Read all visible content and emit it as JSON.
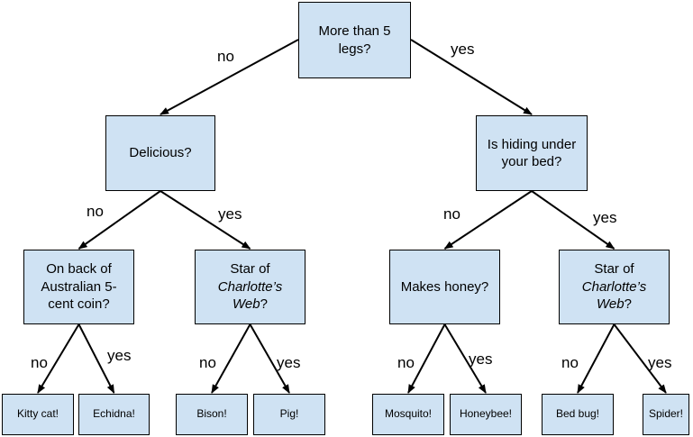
{
  "diagram": {
    "nodes": [
      {
        "id": "root",
        "kind": "question",
        "lines": [
          "More than 5",
          "legs?"
        ],
        "italic": []
      },
      {
        "id": "delicious",
        "kind": "question",
        "lines": [
          "Delicious?"
        ],
        "italic": []
      },
      {
        "id": "hiding",
        "kind": "question",
        "lines": [
          "Is hiding under",
          "your bed?"
        ],
        "italic": []
      },
      {
        "id": "coin",
        "kind": "question",
        "lines": [
          "On back of",
          "Australian 5-",
          "cent coin?"
        ],
        "italic": []
      },
      {
        "id": "charlotte-left",
        "kind": "question",
        "lines": [
          "Star of",
          "Charlotte’s",
          "Web?"
        ],
        "italic": [
          "Charlotte’s",
          "Web"
        ]
      },
      {
        "id": "honey",
        "kind": "question",
        "lines": [
          "Makes honey?"
        ],
        "italic": []
      },
      {
        "id": "charlotte-right",
        "kind": "question",
        "lines": [
          "Star of",
          "Charlotte’s",
          "Web?"
        ],
        "italic": [
          "Charlotte’s",
          "Web"
        ]
      },
      {
        "id": "kitty",
        "kind": "answer",
        "lines": [
          "Kitty cat!"
        ],
        "italic": []
      },
      {
        "id": "echidna",
        "kind": "answer",
        "lines": [
          "Echidna!"
        ],
        "italic": []
      },
      {
        "id": "bison",
        "kind": "answer",
        "lines": [
          "Bison!"
        ],
        "italic": []
      },
      {
        "id": "pig",
        "kind": "answer",
        "lines": [
          "Pig!"
        ],
        "italic": []
      },
      {
        "id": "mosquito",
        "kind": "answer",
        "lines": [
          "Mosquito!"
        ],
        "italic": []
      },
      {
        "id": "honeybee",
        "kind": "answer",
        "lines": [
          "Honeybee!"
        ],
        "italic": []
      },
      {
        "id": "bedbug",
        "kind": "answer",
        "lines": [
          "Bed bug!"
        ],
        "italic": []
      },
      {
        "id": "spider",
        "kind": "answer",
        "lines": [
          "Spider!"
        ],
        "italic": []
      }
    ],
    "edges": [
      {
        "from": "root",
        "to": "delicious",
        "label": "no"
      },
      {
        "from": "root",
        "to": "hiding",
        "label": "yes"
      },
      {
        "from": "delicious",
        "to": "coin",
        "label": "no"
      },
      {
        "from": "delicious",
        "to": "charlotte-left",
        "label": "yes"
      },
      {
        "from": "hiding",
        "to": "honey",
        "label": "no"
      },
      {
        "from": "hiding",
        "to": "charlotte-right",
        "label": "yes"
      },
      {
        "from": "coin",
        "to": "kitty",
        "label": "no"
      },
      {
        "from": "coin",
        "to": "echidna",
        "label": "yes"
      },
      {
        "from": "charlotte-left",
        "to": "bison",
        "label": "no"
      },
      {
        "from": "charlotte-left",
        "to": "pig",
        "label": "yes"
      },
      {
        "from": "honey",
        "to": "mosquito",
        "label": "no"
      },
      {
        "from": "honey",
        "to": "honeybee",
        "label": "yes"
      },
      {
        "from": "charlotte-right",
        "to": "bedbug",
        "label": "no"
      },
      {
        "from": "charlotte-right",
        "to": "spider",
        "label": "yes"
      }
    ],
    "colors": {
      "box_fill": "#cfe2f3",
      "stroke": "#000000",
      "text": "#000000"
    }
  }
}
